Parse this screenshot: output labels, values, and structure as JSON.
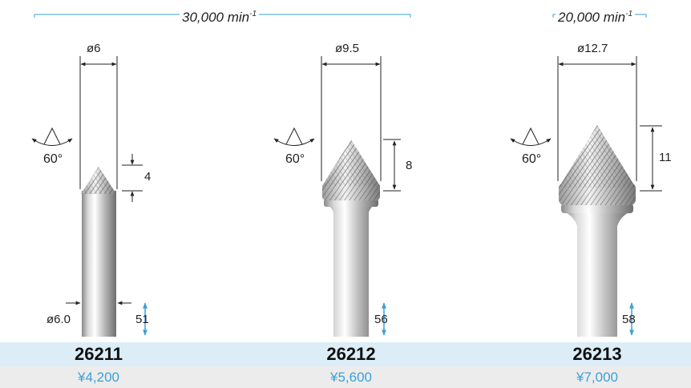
{
  "speeds": [
    {
      "value": "30,000",
      "unit": "min",
      "exponent": "-1"
    },
    {
      "value": "20,000",
      "unit": "min",
      "exponent": "-1"
    }
  ],
  "products": [
    {
      "code": "26211",
      "price": "¥4,200",
      "head_diameter": "ø6",
      "head_length": "4",
      "angle": "60°",
      "overall_length": "51",
      "shank_diameter": "ø6.0"
    },
    {
      "code": "26212",
      "price": "¥5,600",
      "head_diameter": "ø9.5",
      "head_length": "8",
      "angle": "60°",
      "overall_length": "56"
    },
    {
      "code": "26213",
      "price": "¥7,000",
      "head_diameter": "ø12.7",
      "head_length": "11",
      "angle": "60°",
      "overall_length": "58"
    }
  ],
  "colors": {
    "accent": "#3aa0d8",
    "code_band": "#dcedf8",
    "price_band": "#ececec"
  }
}
